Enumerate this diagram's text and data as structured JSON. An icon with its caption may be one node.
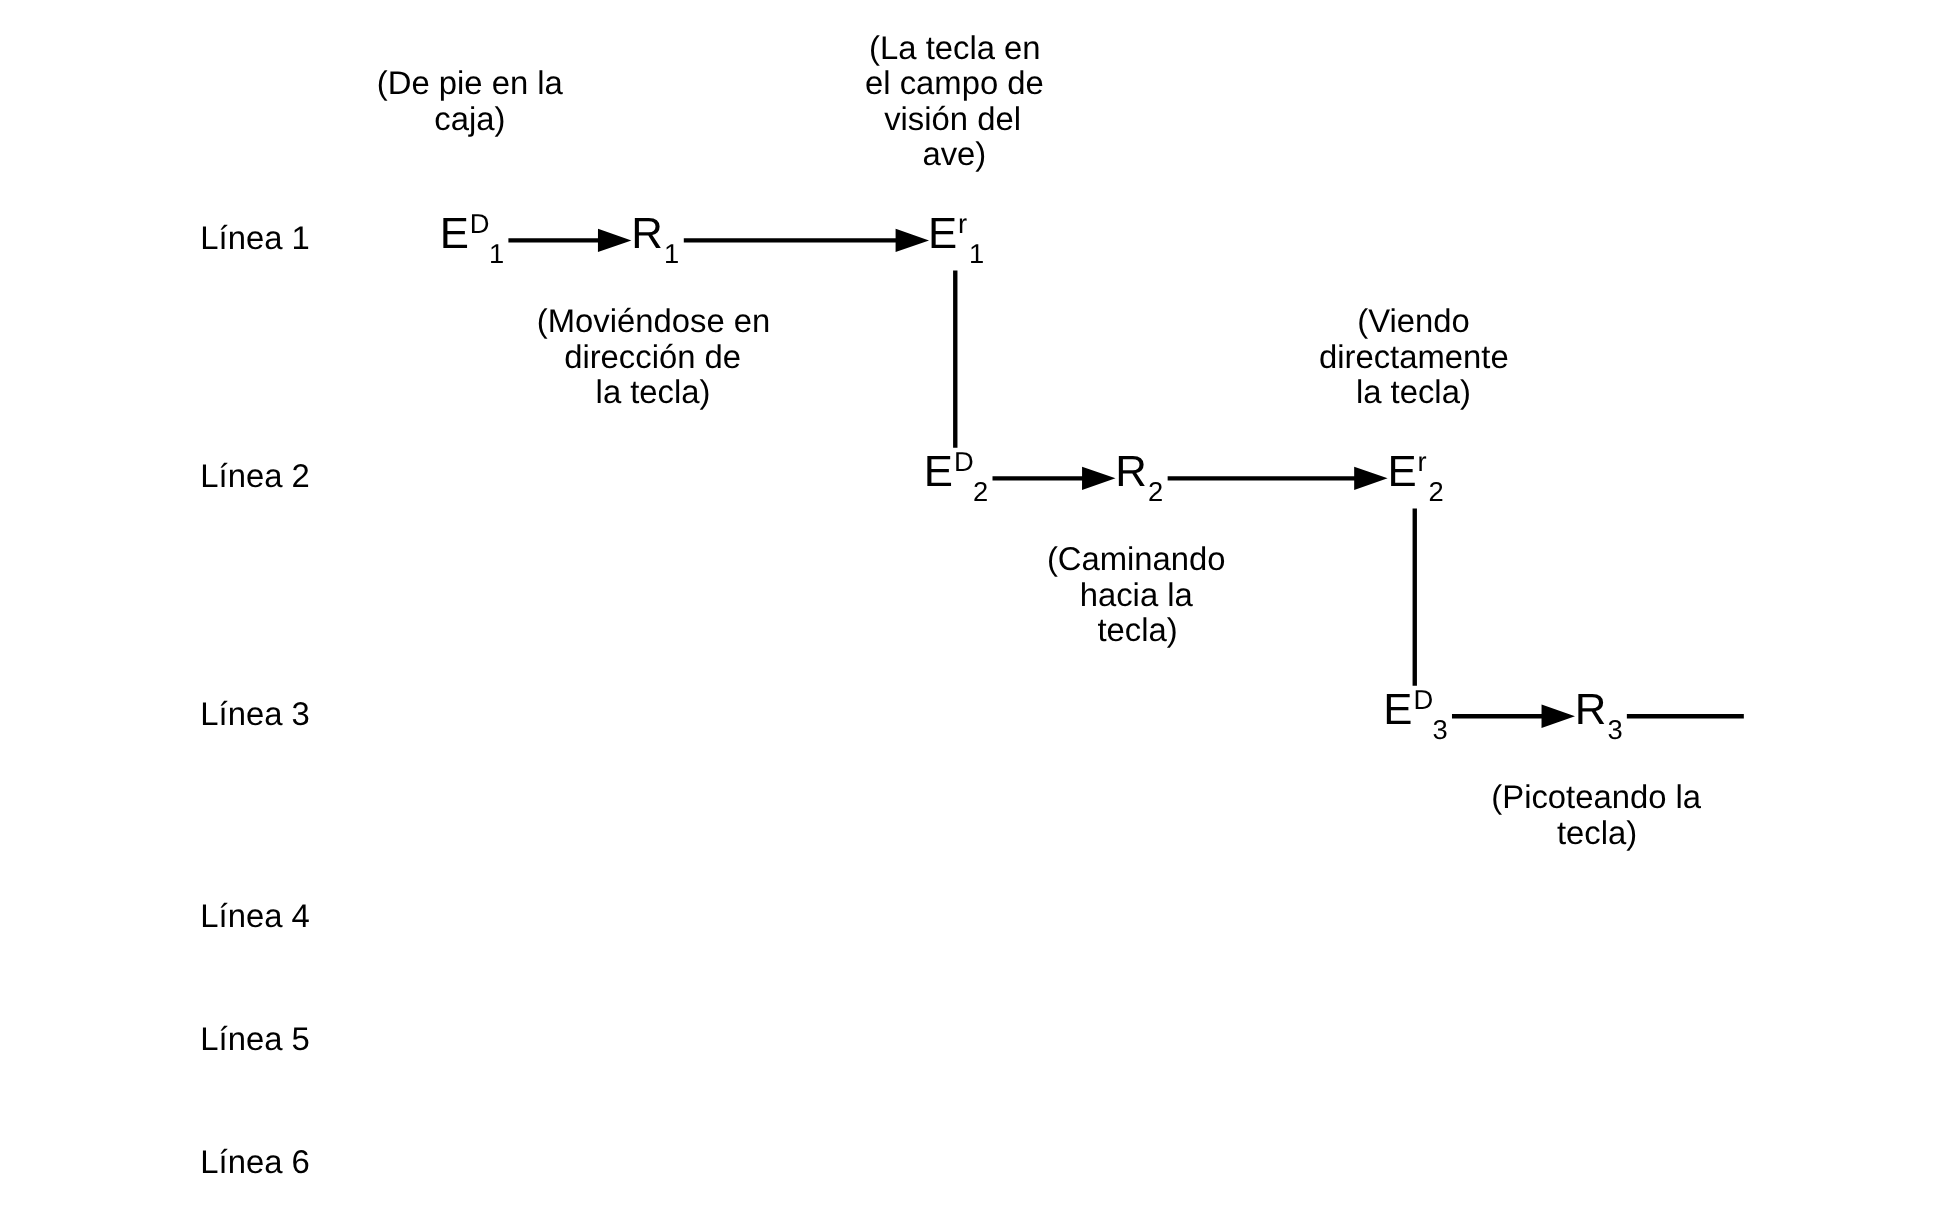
{
  "diagram": {
    "nodes": [
      {
        "text": [
          "E$^{D}$$_{1}$"
        ],
        "beside": [
          "(De pie en la caja)"
        ]
      },
      {
        "text": [
          "R$_{1}$"
        ],
        "beside": [
          "(Moviéndose en dirección de la tecla)"
        ]
      },
      {
        "text": [
          "E$^{r}$$_{1}$"
        ],
        "beside": [
          "(La tecla en el campo de visión del ave)"
        ]
      },
      {
        "text": [
          "E$^{D}$$_{2}$"
        ]
      },
      {
        "text": [
          "R$_{2}$"
        ],
        "beside": [
          "(Caminando hacia la tecla)"
        ]
      },
      {
        "text": [
          "E$^{r}$$_{2}$"
        ],
        "beside": [
          "(Viendo directamente la tecla)"
        ]
      },
      {
        "text": [
          "E$^{D}$$_{3}$"
        ]
      },
      {
        "text": [
          "R$_{3}$"
        ],
        "beside": [
          "(Picoteando la tecla)"
        ]
      }
    ],
    "edges": [
      {
        "from": 0,
        "to": 1,
        "arrow": "to"
      },
      {
        "from": 1,
        "to": 2,
        "arrow": "to"
      },
      {
        "from": 2,
        "to": 3,
        "arrow": "none"
      },
      {
        "from": 3,
        "to": 4,
        "arrow": "to"
      },
      {
        "from": 4,
        "to": 5,
        "arrow": "to"
      },
      {
        "from": 5,
        "to": 6,
        "arrow": "none"
      },
      {
        "from": 6,
        "to": 7,
        "arrow": "to"
      },
      {
        "from": 7,
        "to": null,
        "arrow": "none"
      }
    ],
    "labels": [
      "Línea 1",
      "Línea 2",
      "Línea 3",
      "Línea 4",
      "Línea 5",
      "Línea 6"
    ]
  }
}
